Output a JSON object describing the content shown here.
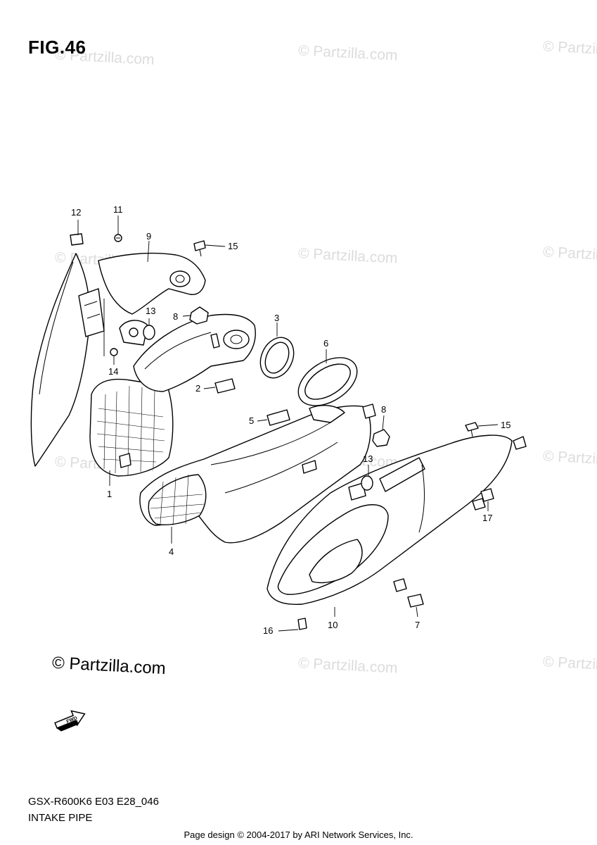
{
  "figure": {
    "title": "FIG.46"
  },
  "watermark": {
    "text": "© Partzilla.com"
  },
  "copyright": {
    "text": "© Partzilla.com"
  },
  "model": {
    "code": "GSX-R600K6 E03 E28_046",
    "name": "INTAKE PIPE"
  },
  "footer": {
    "text": "Page design © 2004-2017 by ARI Network Services, Inc."
  },
  "fwd": {
    "label": "FWD"
  },
  "callouts": {
    "c1": "1",
    "c2": "2",
    "c3": "3",
    "c4": "4",
    "c5": "5",
    "c6": "6",
    "c7": "7",
    "c8a": "8",
    "c8b": "8",
    "c9": "9",
    "c10": "10",
    "c11": "11",
    "c12": "12",
    "c13a": "13",
    "c13b": "13",
    "c14": "14",
    "c15a": "15",
    "c15b": "15",
    "c16": "16",
    "c17": "17"
  }
}
